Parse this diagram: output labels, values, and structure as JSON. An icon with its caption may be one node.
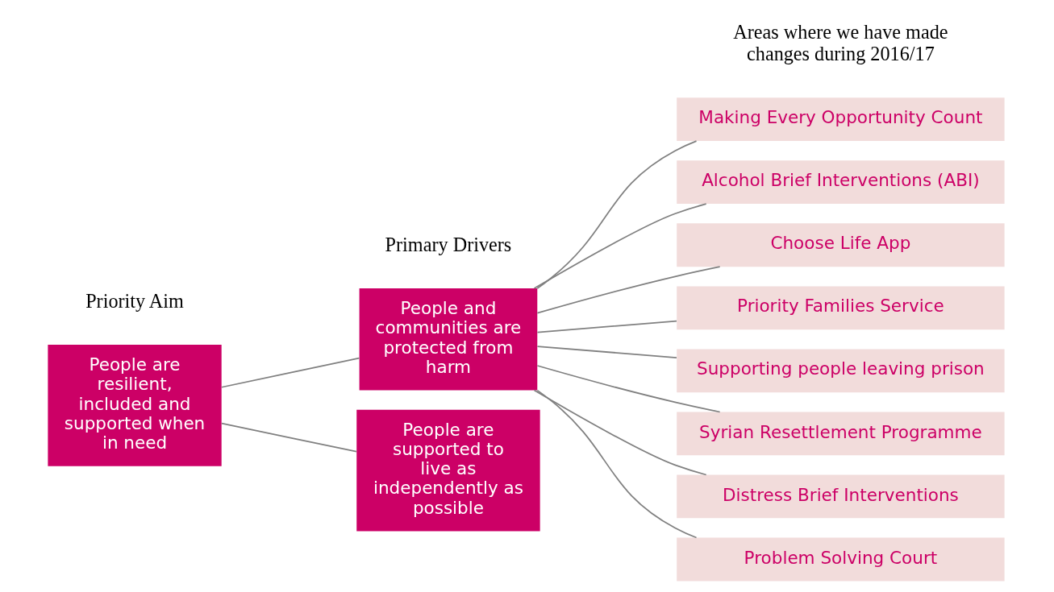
{
  "diagram": {
    "nodes": [
      {
        "text": [
          "People are resilient, included and supported when in need"
        ]
      },
      {
        "text": [
          "People and communities are protected from harm"
        ]
      },
      {
        "text": [
          "People are supported to live as independently as possible"
        ]
      },
      {
        "text": [
          "Making Every Opportunity Count"
        ]
      },
      {
        "text": [
          "Alcohol Brief Interventions (ABI)"
        ]
      },
      {
        "text": [
          "Choose Life App"
        ]
      },
      {
        "text": [
          "Priority Families Service"
        ]
      },
      {
        "text": [
          "Supporting people leaving prison"
        ]
      },
      {
        "text": [
          "Syrian Resettlement Programme"
        ]
      },
      {
        "text": [
          "Distress Brief Interventions"
        ]
      },
      {
        "text": [
          "Problem Solving Court"
        ]
      }
    ],
    "edges": [
      {
        "from": 0,
        "to": 1,
        "arrow": "none"
      },
      {
        "from": 0,
        "to": 2,
        "arrow": "none"
      },
      {
        "from": 1,
        "to": 3,
        "arrow": "none"
      },
      {
        "from": 1,
        "to": 4,
        "arrow": "none"
      },
      {
        "from": 1,
        "to": 5,
        "arrow": "none"
      },
      {
        "from": 1,
        "to": 6,
        "arrow": "none"
      },
      {
        "from": 1,
        "to": 7,
        "arrow": "none"
      },
      {
        "from": 1,
        "to": 8,
        "arrow": "none"
      },
      {
        "from": 1,
        "to": 9,
        "arrow": "none"
      },
      {
        "from": 1,
        "to": 10,
        "arrow": "none"
      }
    ],
    "labels": [
      "Areas where we have made changes during 2016/17",
      "Primary Drivers",
      "Priority Aim"
    ]
  }
}
